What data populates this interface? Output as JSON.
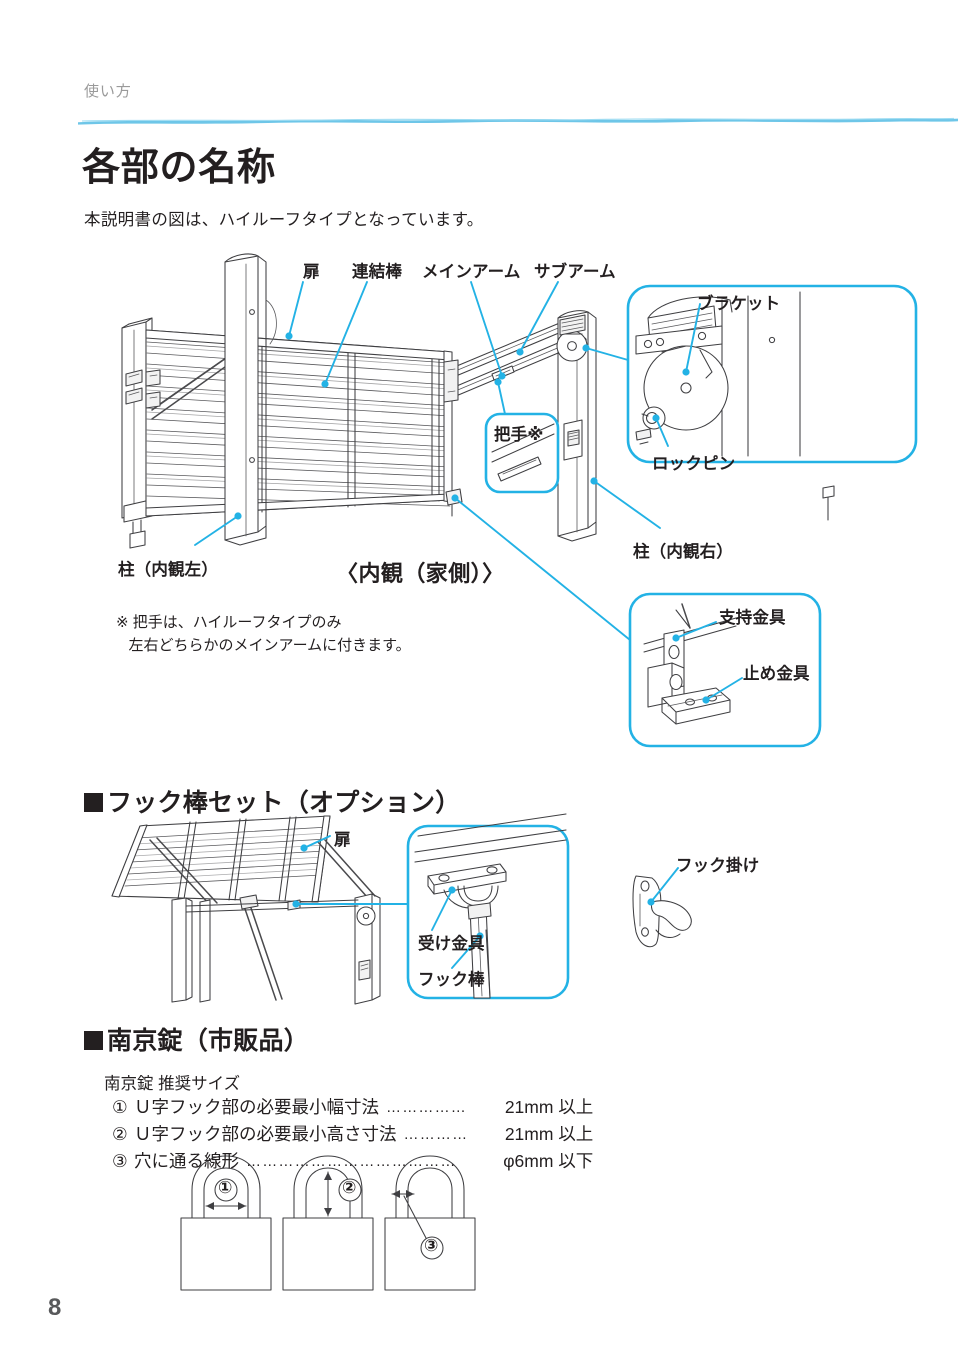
{
  "page": {
    "running_header": "使い方",
    "title": "各部の名称",
    "intro": "本説明書の図は、ハイルーフタイプとなっています。",
    "page_number": "8",
    "accent_color": "#23b2e5",
    "rule_color": "#6ec6e8",
    "text_color": "#231f20"
  },
  "main_diagram": {
    "view_caption": "〈内観（家側）〉",
    "labels": {
      "door": "扉",
      "connecting_rod": "連結棒",
      "main_arm": "メインアーム",
      "sub_arm": "サブアーム",
      "post_left": "柱（内観左）",
      "post_right": "柱（内観右）",
      "handle": "把手※"
    },
    "footnote": "※ 把手は、ハイルーフタイプのみ\n   左右どちらかのメインアームに付きます。",
    "callout_bracket": {
      "bracket": "ブラケット",
      "lock_pin": "ロックピン"
    },
    "callout_fitting": {
      "support_fitting": "支持金具",
      "stopper_fitting": "止め金具"
    }
  },
  "hook_section": {
    "heading": "フック棒セット（オプション）",
    "labels": {
      "door": "扉",
      "receiver_fitting": "受け金具",
      "hook_rod": "フック棒",
      "hook_hanger": "フック掛け"
    }
  },
  "padlock_section": {
    "heading": "南京錠（市販品）",
    "spec_title": "南京錠 推奨サイズ",
    "specs": [
      {
        "num": "①",
        "name": "Ｕ字フック部の必要最小幅寸法",
        "dots": "……………",
        "value": "21mm 以上"
      },
      {
        "num": "②",
        "name": "Ｕ字フック部の必要最小高さ寸法",
        "dots": "…………",
        "value": "21mm 以上"
      },
      {
        "num": "③",
        "name": "穴に通る線形",
        "dots": "…………………………………",
        "value": "φ6mm 以下"
      }
    ],
    "figure_callouts": [
      "①",
      "②",
      "③"
    ]
  }
}
